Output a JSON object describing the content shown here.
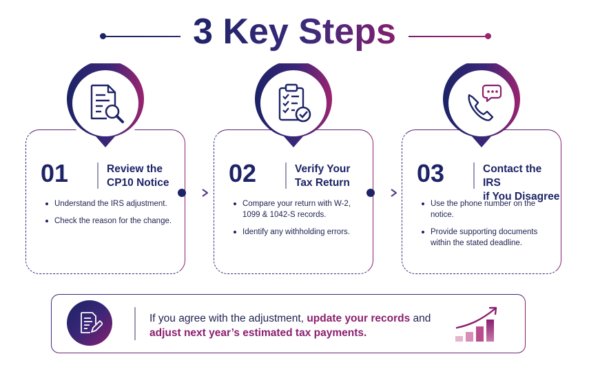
{
  "title": "3 Key Steps",
  "steps": [
    {
      "number": "01",
      "title_line1": "Review the",
      "title_line2": "CP10 Notice",
      "icon": "document-search-icon",
      "bullets": [
        "Understand the IRS adjustment.",
        "Check the reason for the change."
      ]
    },
    {
      "number": "02",
      "title_line1": "Verify Your",
      "title_line2": "Tax Return",
      "icon": "clipboard-checklist-icon",
      "bullets": [
        "Compare your return with W-2, 1099 & 1042-S records.",
        "Identify any withholding errors."
      ]
    },
    {
      "number": "03",
      "title_line1": "Contact the IRS",
      "title_line2": "if You Disagree",
      "icon": "phone-chat-icon",
      "bullets": [
        "Use the phone number on the notice.",
        "Provide supporting documents within the stated deadline."
      ]
    }
  ],
  "banner": {
    "text_prefix": "If you agree with the adjustment, ",
    "highlight1": "update your records",
    "text_mid": " and ",
    "highlight2": "adjust next year’s estimated tax payments",
    "text_suffix": ".",
    "icon": "document-pen-icon",
    "chart_icon": "growth-bars-icon"
  },
  "colors": {
    "navy": "#1c2366",
    "plum": "#8a1e6e"
  }
}
